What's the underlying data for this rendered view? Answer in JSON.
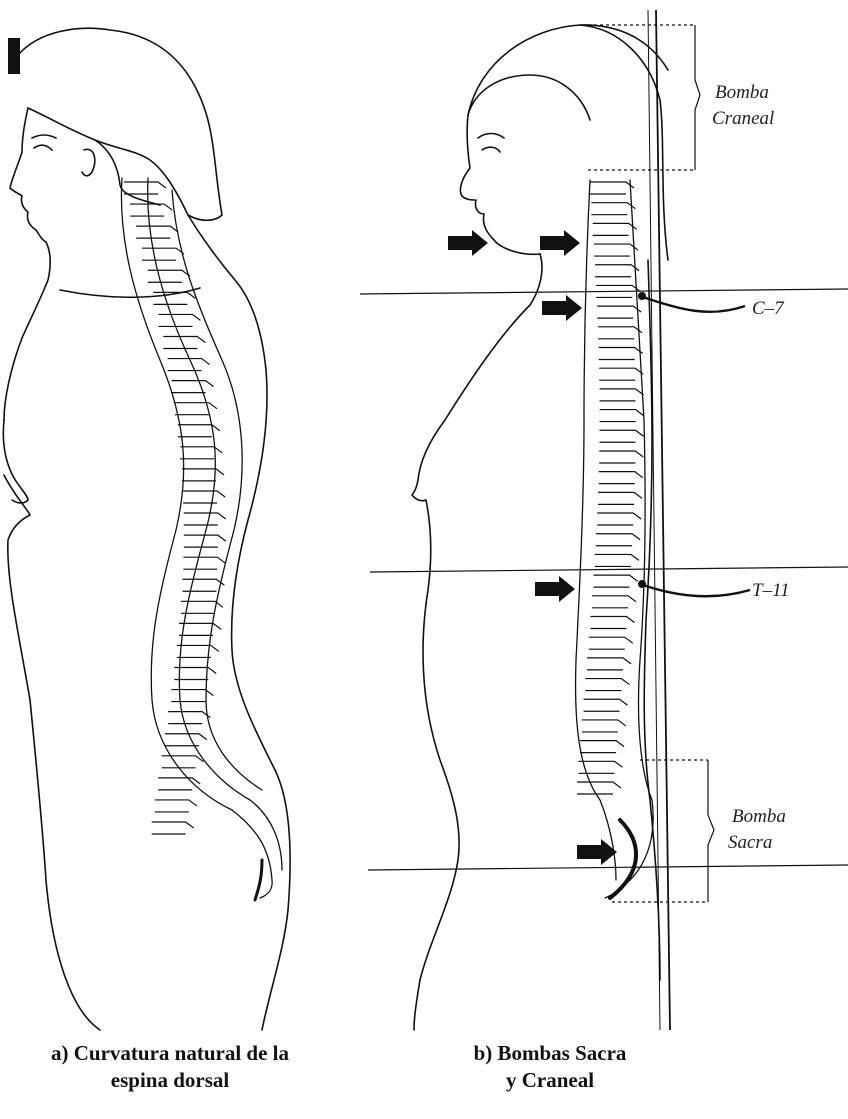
{
  "labels": {
    "bomba_craneal": [
      "Bomba",
      "Craneal"
    ],
    "c7": "C–7",
    "t11": "T–11",
    "bomba_sacra": [
      "Bomba",
      "Sacra"
    ]
  },
  "captions": {
    "a": [
      "a) Curvatura natural de la",
      "espina dorsal"
    ],
    "b": [
      "b) Bombas Sacra",
      "y Craneal"
    ]
  },
  "colors": {
    "ink": "#111111",
    "background": "#ffffff"
  },
  "icons": {
    "arrow": "arrow-right-icon",
    "spine": "spine-illustration"
  }
}
